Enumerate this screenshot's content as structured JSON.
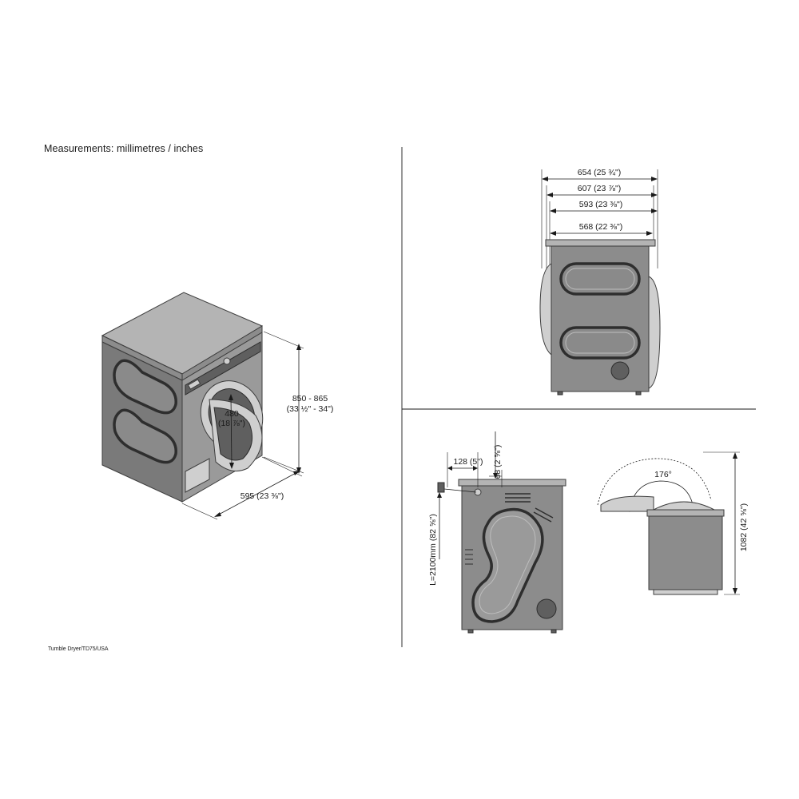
{
  "heading": "Measurements: millimetres / inches",
  "footer": "Tumble Dryer/TD75/USA",
  "iso_view": {
    "height_mm": "850 - 865",
    "height_in": "(33 ½\" - 34\")",
    "opening_mm": "480",
    "opening_in": "(18 ⅞\")",
    "width": "595 (23 ⅜\")"
  },
  "side_view": {
    "depths": [
      "654 (25 ¾\")",
      "607 (23 ⅞\")",
      "593 (23 ⅜\")",
      "568 (22 ⅜\")"
    ]
  },
  "rear_view": {
    "hose_offset": "128 (5\")",
    "top_offset": "68 (2 ⅝\")",
    "cord_length": "L=2100mm  (82 ⅝\")"
  },
  "door_view": {
    "angle": "176°",
    "height_open": "1082 (42 ⅝\")"
  }
}
